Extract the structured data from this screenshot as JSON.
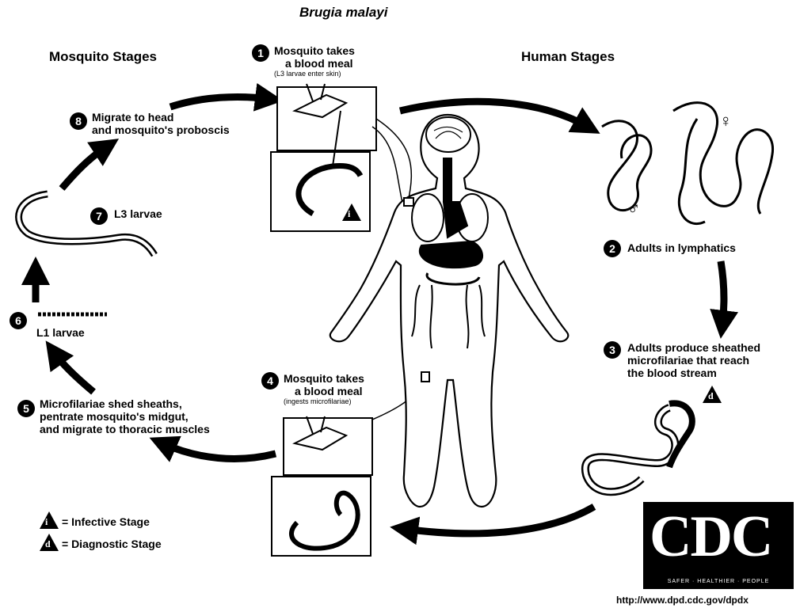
{
  "title": "Brugia malayi",
  "sections": {
    "mosquito": "Mosquito Stages",
    "human": "Human Stages"
  },
  "steps": [
    {
      "n": "1",
      "line1": "Mosquito takes",
      "line2": "a blood meal",
      "note": "(L3 larvae enter skin)"
    },
    {
      "n": "2",
      "line1": "Adults in lymphatics"
    },
    {
      "n": "3",
      "line1": "Adults produce sheathed",
      "line2": "microfilariae that reach",
      "line3": "the blood stream"
    },
    {
      "n": "4",
      "line1": "Mosquito takes",
      "line2": "a blood meal",
      "note": "(ingests microfilariae)"
    },
    {
      "n": "5",
      "line1": "Microfilariae shed sheaths,",
      "line2": "pentrate mosquito's midgut,",
      "line3": "and migrate to thoracic muscles"
    },
    {
      "n": "6",
      "line1": "L1 larvae"
    },
    {
      "n": "7",
      "line1": "L3 larvae"
    },
    {
      "n": "8",
      "line1": "Migrate to head",
      "line2": "and mosquito's proboscis"
    }
  ],
  "legend": {
    "infective_symbol": "i",
    "infective_label": "= Infective Stage",
    "diagnostic_symbol": "d",
    "diagnostic_label": "= Diagnostic Stage"
  },
  "symbols": {
    "female": "♀",
    "male": "♂"
  },
  "logo": {
    "letters": "CDC",
    "tagline": "SAFER · HEALTHIER · PEOPLE"
  },
  "url": "http://www.dpd.cdc.gov/dpdx"
}
